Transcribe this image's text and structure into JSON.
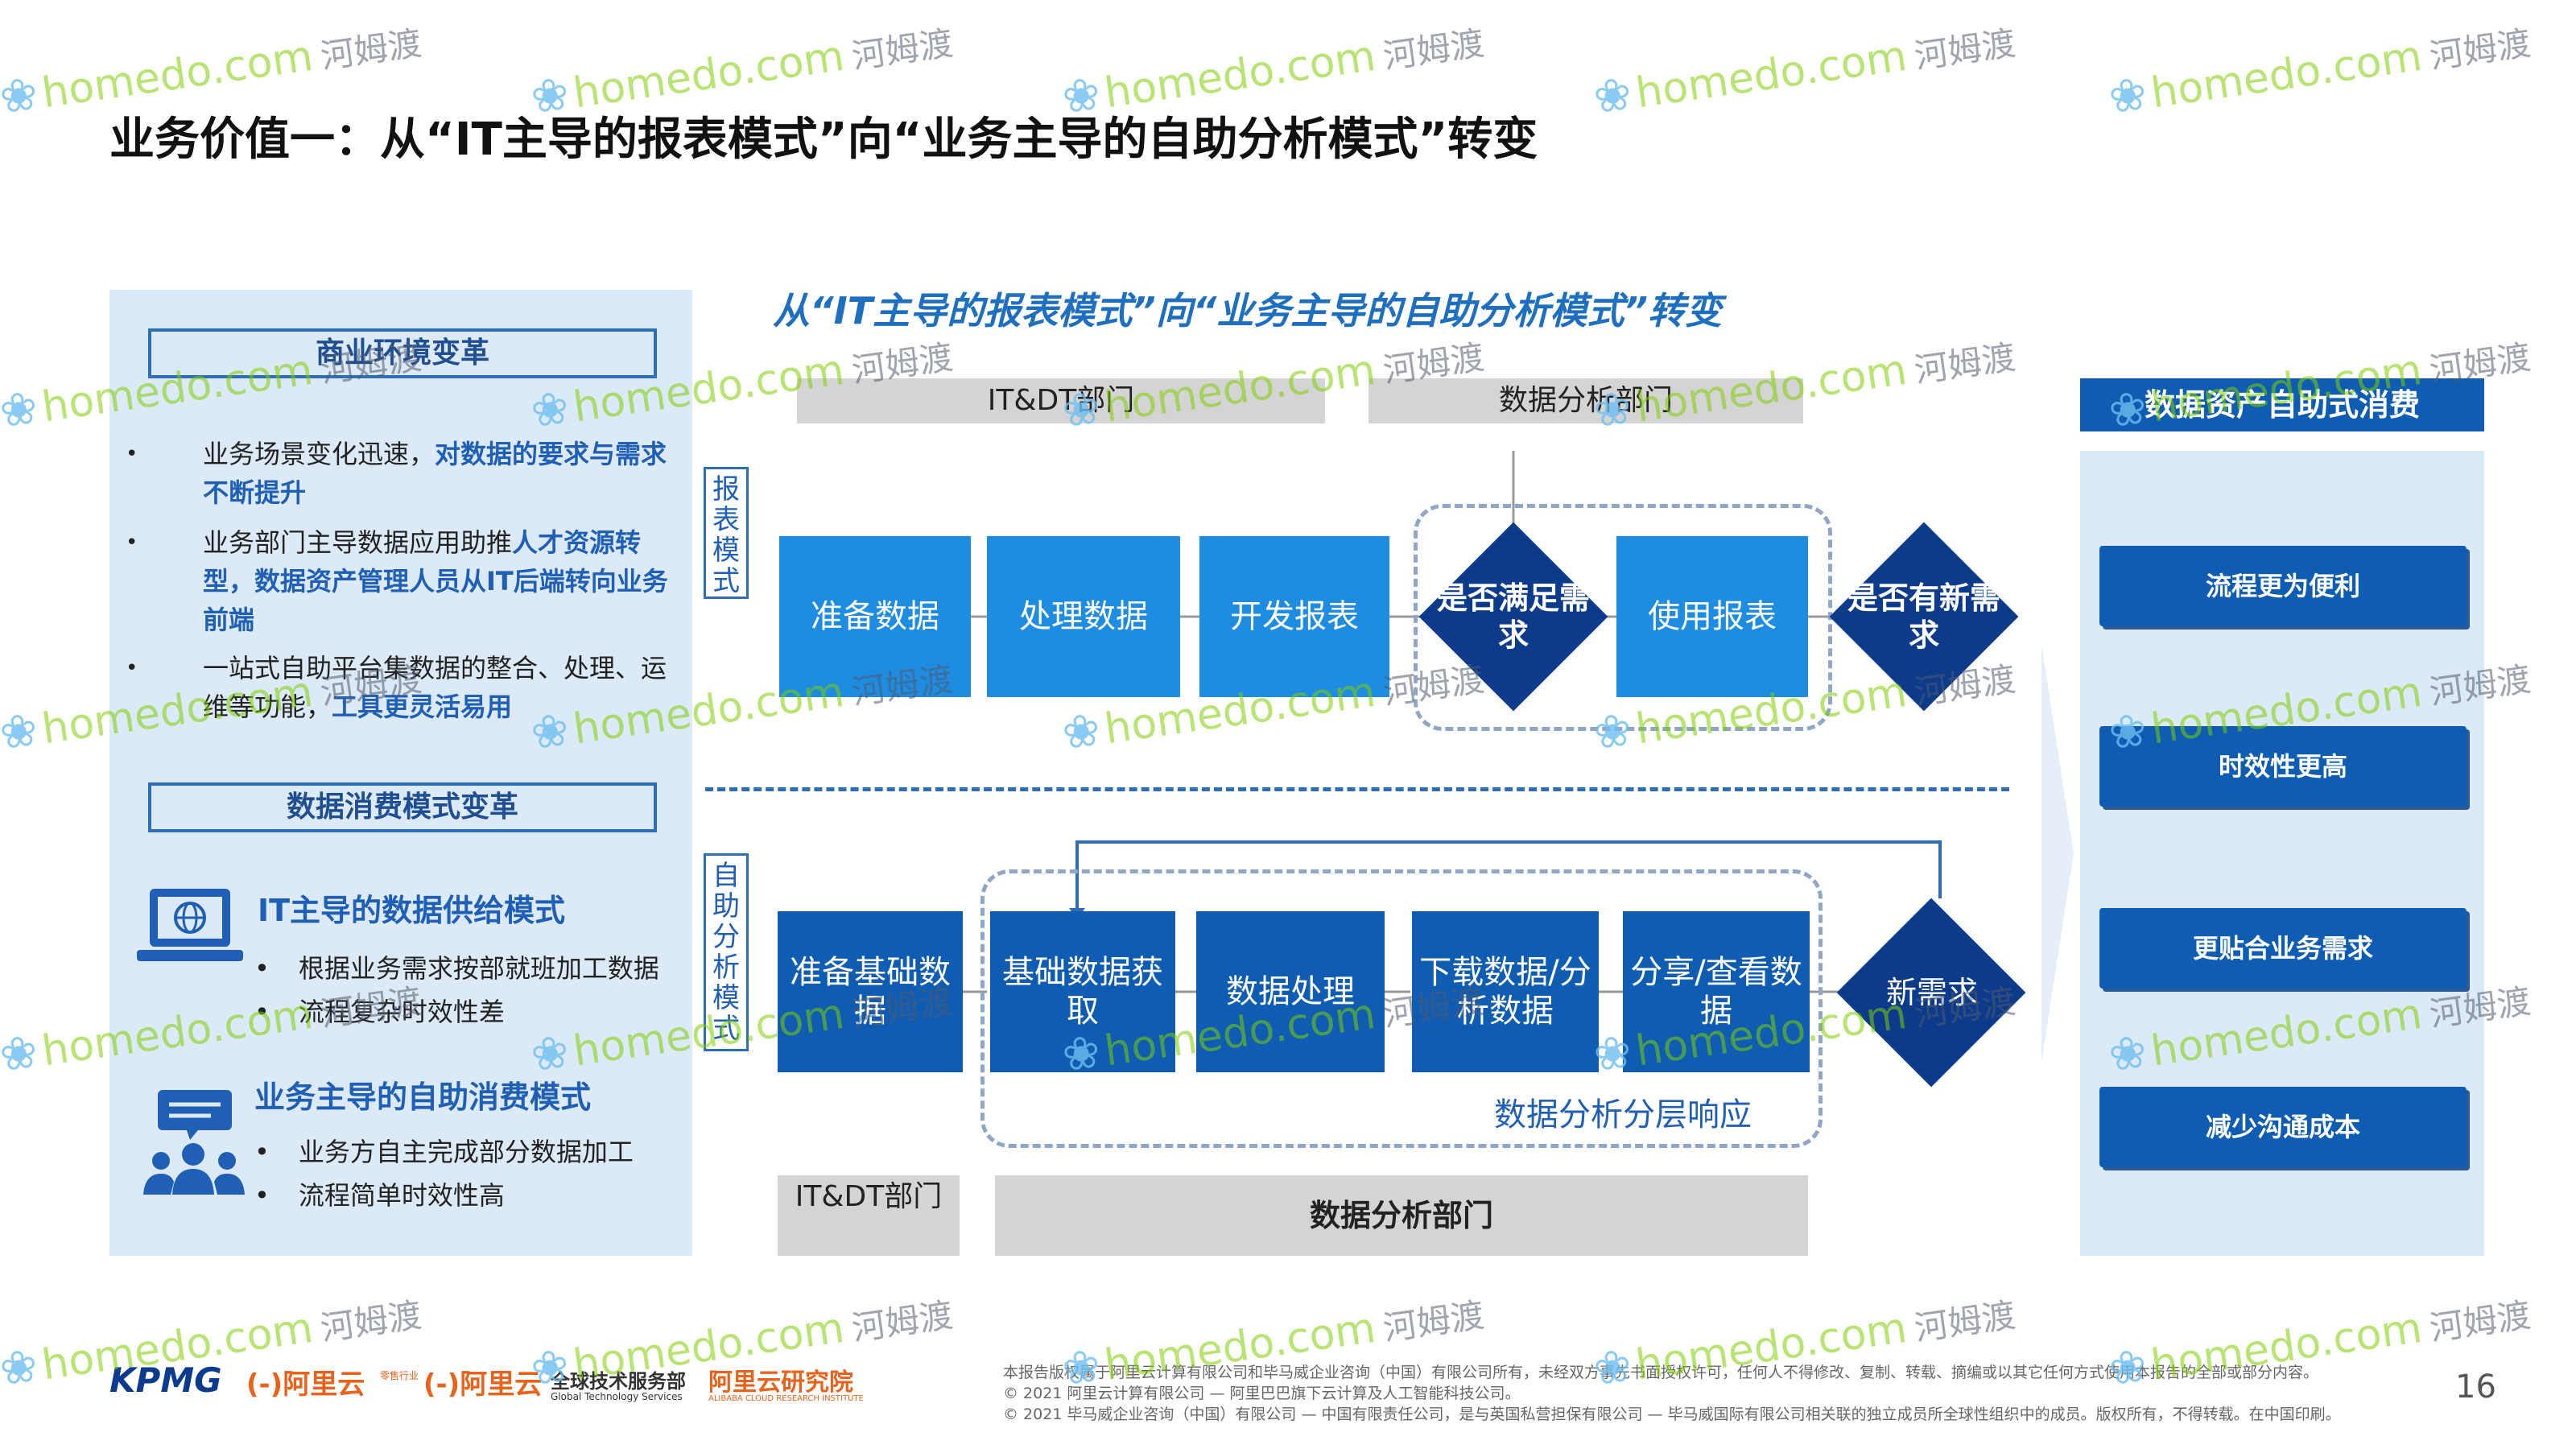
{
  "title": "业务价值一：从“IT主导的报表模式”向“业务主导的自助分析模式”转变",
  "left": {
    "section1_title": "商业环境变革",
    "bullets": [
      {
        "plain": "业务场景变化迅速，",
        "bold": "对数据的要求与需求不断提升",
        "tail": ""
      },
      {
        "plain": "业务部门主导数据应用助推",
        "bold": "人才资源转型，数据资产管理人员从IT后端转向业务前端",
        "tail": ""
      },
      {
        "plain": "一站式自助平台集数据的整合、处理、运维等功能，",
        "bold": "工具更灵活易用",
        "tail": ""
      }
    ],
    "bullet_symbol": "•",
    "section2_title": "数据消费模式变革",
    "mode1": {
      "title": "IT主导的数据供给模式",
      "items": [
        "根据业务需求按部就班加工数据",
        "流程复杂时效性差"
      ],
      "icon": "laptop-globe-icon"
    },
    "mode2": {
      "title": "业务主导的自助消费模式",
      "items": [
        "业务方自主完成部分数据加工",
        "流程简单时效性高"
      ],
      "icon": "people-chat-icon"
    }
  },
  "center": {
    "title": "从“IT主导的报表模式”向“业务主导的自助分析模式”转变",
    "top_depts": [
      "IT&DT部门",
      "数据分析部门"
    ],
    "report_mode_label": "报表模式",
    "report_steps": [
      "准备数据",
      "处理数据",
      "开发报表"
    ],
    "report_decision1": "是否满足需求",
    "report_use": "使用报表",
    "report_decision2": "是否有新需求",
    "self_mode_label": "自助分析模式",
    "self_steps": [
      "准备基础数据",
      "基础数据获取",
      "数据处理",
      "下载数据/分析数据",
      "分享/查看数据"
    ],
    "self_decision": "新需求",
    "layer_note": "数据分析分层响应",
    "bottom_depts": [
      "IT&DT部门",
      "数据分析部门"
    ]
  },
  "right": {
    "title": "数据资产自助式消费",
    "items": [
      "流程更为便利",
      "时效性更高",
      "更贴合业务需求",
      "减少沟通成本"
    ]
  },
  "footer": {
    "lines": [
      "本报告版权属于阿里云计算有限公司和毕马威企业咨询（中国）有限公司所有，未经双方事先书面授权许可，任何人不得修改、复制、转载、摘编或以其它任何方式使用本报告的全部或部分内容。",
      "© 2021 阿里云计算有限公司 — 阿里巴巴旗下云计算及人工智能科技公司。",
      "© 2021 毕马威企业咨询（中国）有限公司 — 中国有限责任公司，是与英国私营担保有限公司 — 毕马威国际有限公司相关联的独立成员所全球性组织中的成员。版权所有，不得转载。在中国印刷。"
    ],
    "page_number": "16",
    "logos": {
      "kpmg": "KPMG",
      "ali1": "(-)阿里云",
      "ali1_sub": "零售行业",
      "ali2": "(-)阿里云",
      "ali2_text": "全球技术服务部",
      "ali2_sub": "Global Technology Services",
      "ali3": "阿里云研究院",
      "ali3_sub": "ALIBABA CLOUD RESEARCH INSTITUTE"
    }
  },
  "watermark": {
    "en": "homedo.com",
    "cn": "河姆渡",
    "icon": "flower-icon"
  }
}
